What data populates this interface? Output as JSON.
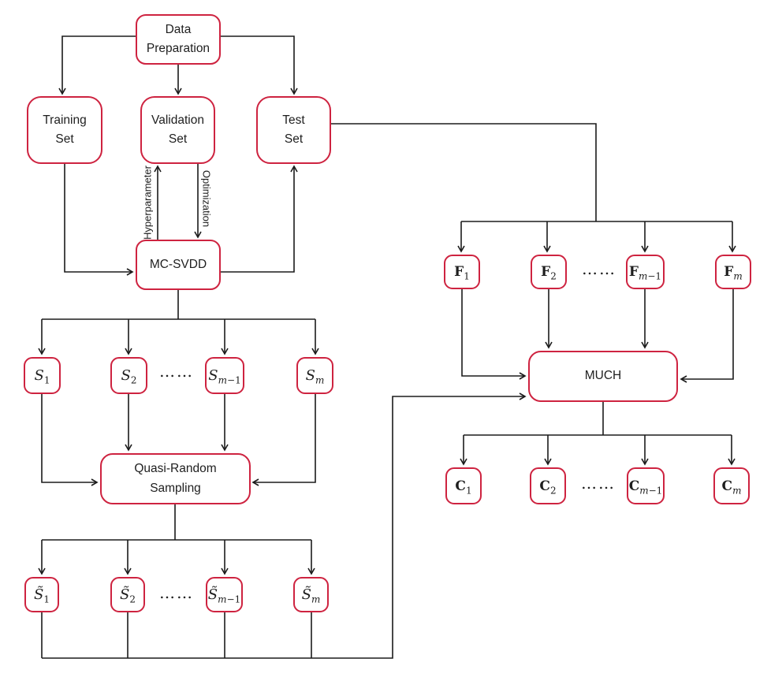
{
  "ellipsis": "……",
  "colors": {
    "node_border": "#ce2340",
    "edge_line": "#1b1b1b",
    "text": "#1e1e1e",
    "background": "#ffffff"
  },
  "edge_labels": {
    "hyperparameter": "Hyperparameter",
    "optimization": "Optimization"
  },
  "nodes": {
    "data_preparation": {
      "label": "Data\nPreparation"
    },
    "training_set": {
      "label": "Training\nSet"
    },
    "validation_set": {
      "label": "Validation\nSet"
    },
    "test_set": {
      "label": "Test\nSet"
    },
    "mc_svdd": {
      "label": "MC-SVDD"
    },
    "quasi_random_sampling": {
      "label": "Quasi-Random\nSampling"
    },
    "much": {
      "label": "MUCH"
    },
    "s_1": {
      "base": "S",
      "sub_italic": "",
      "sub_upright": "1"
    },
    "s_2": {
      "base": "S",
      "sub_italic": "",
      "sub_upright": "2"
    },
    "s_m_minus_1": {
      "base": "S",
      "sub_italic": "m",
      "sub_upright": "−1"
    },
    "s_m": {
      "base": "S",
      "sub_italic": "m",
      "sub_upright": ""
    },
    "s_tilde_1": {
      "base": "S̃",
      "sub_italic": "",
      "sub_upright": "1"
    },
    "s_tilde_2": {
      "base": "S̃",
      "sub_italic": "",
      "sub_upright": "2"
    },
    "s_tilde_m_minus_1": {
      "base": "S̃",
      "sub_italic": "m",
      "sub_upright": "−1"
    },
    "s_tilde_m": {
      "base": "S̃",
      "sub_italic": "m",
      "sub_upright": ""
    },
    "f_1": {
      "base": "F",
      "sub_italic": "",
      "sub_upright": "1"
    },
    "f_2": {
      "base": "F",
      "sub_italic": "",
      "sub_upright": "2"
    },
    "f_m_minus_1": {
      "base": "F",
      "sub_italic": "m",
      "sub_upright": "−1"
    },
    "f_m": {
      "base": "F",
      "sub_italic": "m",
      "sub_upright": ""
    },
    "c_1": {
      "base": "C",
      "sub_italic": "",
      "sub_upright": "1"
    },
    "c_2": {
      "base": "C",
      "sub_italic": "",
      "sub_upright": "2"
    },
    "c_m_minus_1": {
      "base": "C",
      "sub_italic": "m",
      "sub_upright": "−1"
    },
    "c_m": {
      "base": "C",
      "sub_italic": "m",
      "sub_upright": ""
    }
  }
}
